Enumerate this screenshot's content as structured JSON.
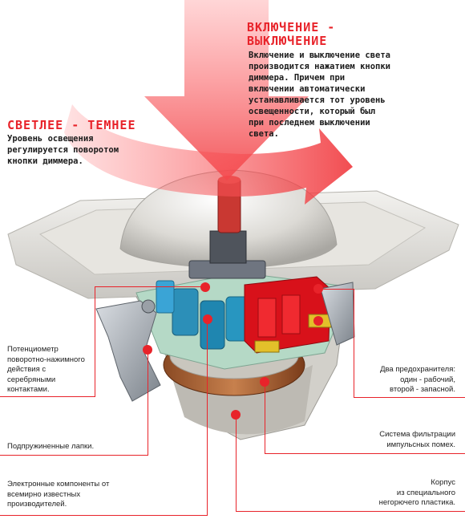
{
  "onoff": {
    "title": "ВКЛЮЧЕНИЕ -\nВЫКЛЮЧЕНИЕ",
    "description": "Включение и выключение света\nпроизводится нажатием кнопки\nдиммера. Причем при\nвключении автоматически\nустанавливается тот уровень\nосвещенности, который был\nпри последнем выключении\nсвета."
  },
  "brightness": {
    "title": "СВЕТЛЕЕ - ТЕМНЕЕ",
    "description": "Уровень освещения\nрегулируется поворотом\nкнопки диммера."
  },
  "callouts": {
    "potentiometer": "Потенциометр\nповоротно-нажимного\nдействия с\nсеребряными\nконтактами.",
    "spring_tabs": "Подпружиненные лапки.",
    "electronics": "Электронные компоненты от\nвсемирно известных\nпроизводителей.",
    "fuses": "Два предохранителя:\nодин - рабочий,\nвторой - запасной.",
    "filter": "Система фильтрации\nимпульсных помех.",
    "housing": "Корпус\nиз специального\nнегорючего пластика."
  },
  "colors": {
    "accent": "#e8232a",
    "arrow": "#f04a4e"
  }
}
